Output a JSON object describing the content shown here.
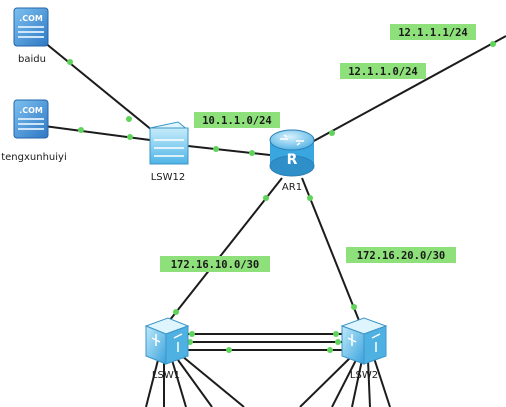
{
  "colors": {
    "link": "#1c1c1c",
    "port_dot": "#5fd35a",
    "label_bg": "#8ee07a",
    "server_blue": "#3e8fd6",
    "device_blue": "#6cc4ec"
  },
  "devices": {
    "server_baidu": {
      "name": "baidu",
      "badge": ".COM"
    },
    "server_tengxun": {
      "name": "tengxunhuiyi",
      "badge": ".COM"
    },
    "switch_lsw12": {
      "name": "LSW12"
    },
    "router_ar1": {
      "name": "AR1",
      "glyph": "R"
    },
    "switch_lsw1": {
      "name": "LSW1"
    },
    "switch_lsw2": {
      "name": "LSW2"
    }
  },
  "network_labels": {
    "net_12_1_1_1": "12.1.1.1/24",
    "net_12_1_1_0": "12.1.1.0/24",
    "net_10_1_1_0": "10.1.1.0/24",
    "net_172_16_10_0": "172.16.10.0/30",
    "net_172_16_20_0": "172.16.20.0/30"
  }
}
